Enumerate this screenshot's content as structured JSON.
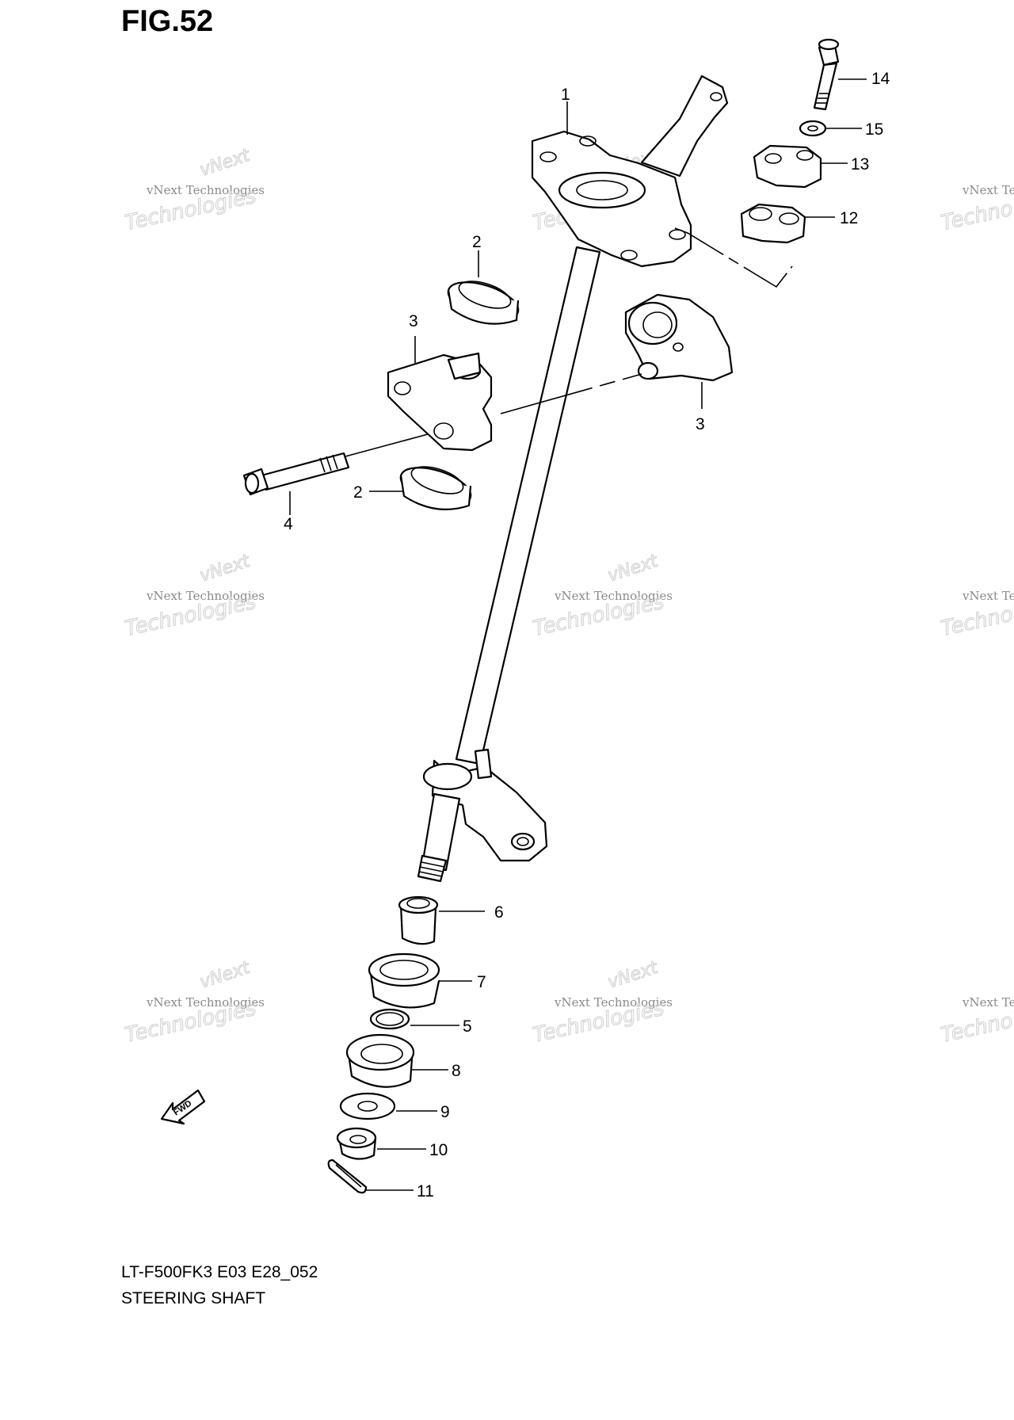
{
  "figure": {
    "title": "FIG.52"
  },
  "footer": {
    "model_code": "LT-F500FK3 E03 E28_052",
    "caption": "STEERING SHAFT"
  },
  "watermark": {
    "line1": "vNext",
    "line2": "vNext Technologies",
    "line3": "Technologies"
  },
  "fwd_label": "FWD",
  "callouts": [
    {
      "id": "1",
      "label": "1"
    },
    {
      "id": "2a",
      "label": "2"
    },
    {
      "id": "2b",
      "label": "2"
    },
    {
      "id": "3a",
      "label": "3"
    },
    {
      "id": "3b",
      "label": "3"
    },
    {
      "id": "4",
      "label": "4"
    },
    {
      "id": "5",
      "label": "5"
    },
    {
      "id": "6",
      "label": "6"
    },
    {
      "id": "7",
      "label": "7"
    },
    {
      "id": "8",
      "label": "8"
    },
    {
      "id": "9",
      "label": "9"
    },
    {
      "id": "10",
      "label": "10"
    },
    {
      "id": "11",
      "label": "11"
    },
    {
      "id": "12",
      "label": "12"
    },
    {
      "id": "13",
      "label": "13"
    },
    {
      "id": "14",
      "label": "14"
    },
    {
      "id": "15",
      "label": "15"
    }
  ]
}
